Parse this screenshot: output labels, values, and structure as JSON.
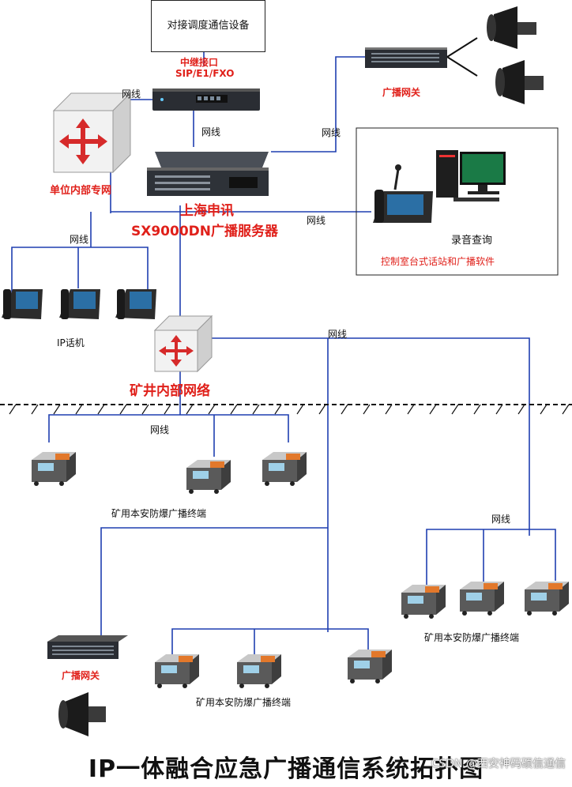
{
  "top_box": {
    "label": "对接调度通信设备"
  },
  "trunk": {
    "line1": "中继接口",
    "line2": "SIP/E1/FXO"
  },
  "labels": {
    "wire": "网线",
    "broadcast_gateway": "广播网关",
    "unit_network": "单位内部专网",
    "server_line1": "上海申讯",
    "server_line2": "SX9000DN广播服务器",
    "recording_query": "录音查询",
    "console_desc": "控制室台式话站和广播软件",
    "ip_phone": "IP话机",
    "mine_network": "矿井内部网络",
    "terminal": "矿用本安防爆广播终端"
  },
  "title": "IP一体融合应急广播通信系统拓扑图",
  "watermark": "CSDN @西安神码硕信通信",
  "colors": {
    "line": "#1f3fb0",
    "label_red": "#e0201a"
  }
}
